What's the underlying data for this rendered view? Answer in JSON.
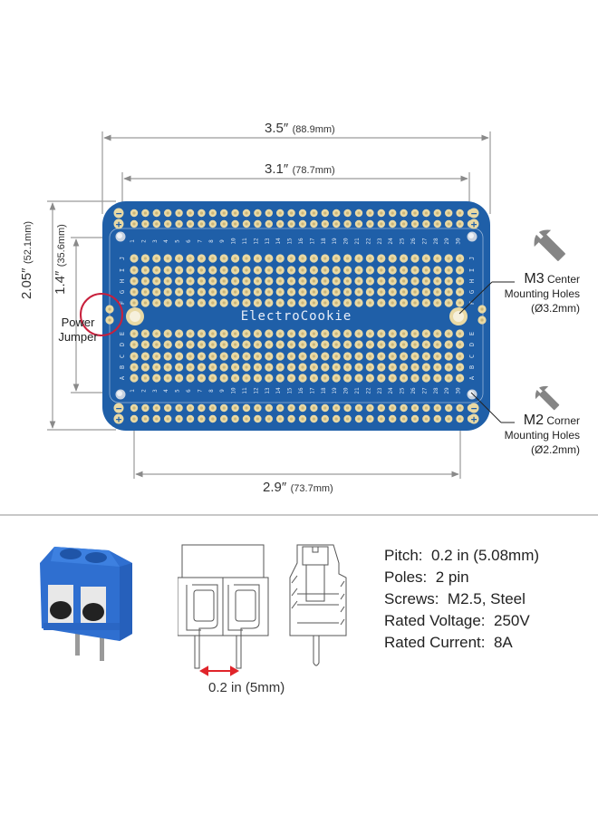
{
  "board": {
    "brand": "ElectroCookie",
    "columns": 30,
    "row_labels_top": [
      "J",
      "I",
      "H",
      "G",
      "F"
    ],
    "row_labels_bottom": [
      "E",
      "D",
      "C",
      "B",
      "A"
    ],
    "colors": {
      "pcb": "#1f5fa8",
      "pad": "#e9d9a4",
      "silkscreen": "#d8e4f2",
      "highlight": "#c8203c"
    }
  },
  "dimensions": {
    "overall_width": {
      "inch": "3.5″",
      "mm": "(88.9mm)"
    },
    "hole_span_width": {
      "inch": "3.1″",
      "mm": "(78.7mm)"
    },
    "bottom_width": {
      "inch": "2.9″",
      "mm": "(73.7mm)"
    },
    "overall_height": {
      "inch": "2.05″",
      "mm": "(52.1mm)"
    },
    "hole_span_height": {
      "inch": "1.4″",
      "mm": "(35.6mm)"
    }
  },
  "callouts": {
    "power_jumper": {
      "line1": "Power",
      "line2": "Jumper"
    },
    "m3": {
      "size": "M3",
      "kind": "Center",
      "line2": "Mounting Holes",
      "line3": "(Ø3.2mm)"
    },
    "m2": {
      "size": "M2",
      "kind": "Corner",
      "line2": "Mounting Holes",
      "line3": "(Ø2.2mm)"
    }
  },
  "terminal": {
    "pitch_label": "0.2 in (5mm)",
    "specs": [
      {
        "key": "Pitch:",
        "value": "0.2 in  (5.08mm)"
      },
      {
        "key": "Poles:",
        "value": "2 pin"
      },
      {
        "key": "Screws:",
        "value": "M2.5, Steel"
      },
      {
        "key": "Rated Voltage:",
        "value": "250V"
      },
      {
        "key": "Rated Current:",
        "value": "8A"
      }
    ],
    "colors": {
      "body": "#2f6fd0",
      "arrow": "#e0242a",
      "drawing": "#555555"
    }
  }
}
